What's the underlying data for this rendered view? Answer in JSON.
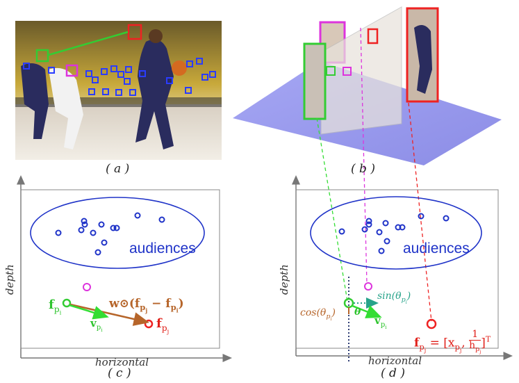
{
  "captions": {
    "a": "( a )",
    "b": "( b )",
    "c": "( c )",
    "d": "( d )"
  },
  "axes": {
    "horizontal": "horizontal",
    "depth": "depth"
  },
  "panel_c": {
    "audiences": "audiences",
    "f_pi": "f",
    "f_pi_sub": "p",
    "f_pi_subsub": "i",
    "v_pi": "v",
    "v_pi_sub": "p",
    "v_pi_subsub": "i",
    "f_pj": "f",
    "f_pj_sub": "p",
    "f_pj_subsub": "j",
    "w_expr": "w⊙(f",
    "w_expr_pj": "p",
    "w_expr_j": "j",
    "w_expr_minus": " − f",
    "w_expr_pi": "p",
    "w_expr_i": "i",
    "w_expr_close": ")"
  },
  "panel_d": {
    "audiences": "audiences",
    "sin": "sin(θ",
    "sin_sub": "p",
    "sin_subsub": "i",
    "sin_close": ")",
    "cos": "cos(θ",
    "cos_sub": "p",
    "cos_subsub": "i",
    "cos_close": ")",
    "theta": "θ",
    "v": "v",
    "v_sub": "p",
    "v_subsub": "i",
    "f": "f",
    "f_sub": "p",
    "f_subsub": "j",
    "eq": "= [x",
    "x_sub": "p",
    "x_subsub": "j",
    "comma": ",",
    "frac_num": "1",
    "frac_den": "h",
    "frac_den_sub": "p",
    "frac_den_subsub": "j",
    "close": "]",
    "T": "T"
  },
  "colors": {
    "blue": "#1f33c8",
    "green": "#2ec42e",
    "red": "#e0201a",
    "magenta": "#cc33cc",
    "brown": "#b6652a",
    "teal": "#27a38a",
    "plane": "#9a9bf0"
  }
}
